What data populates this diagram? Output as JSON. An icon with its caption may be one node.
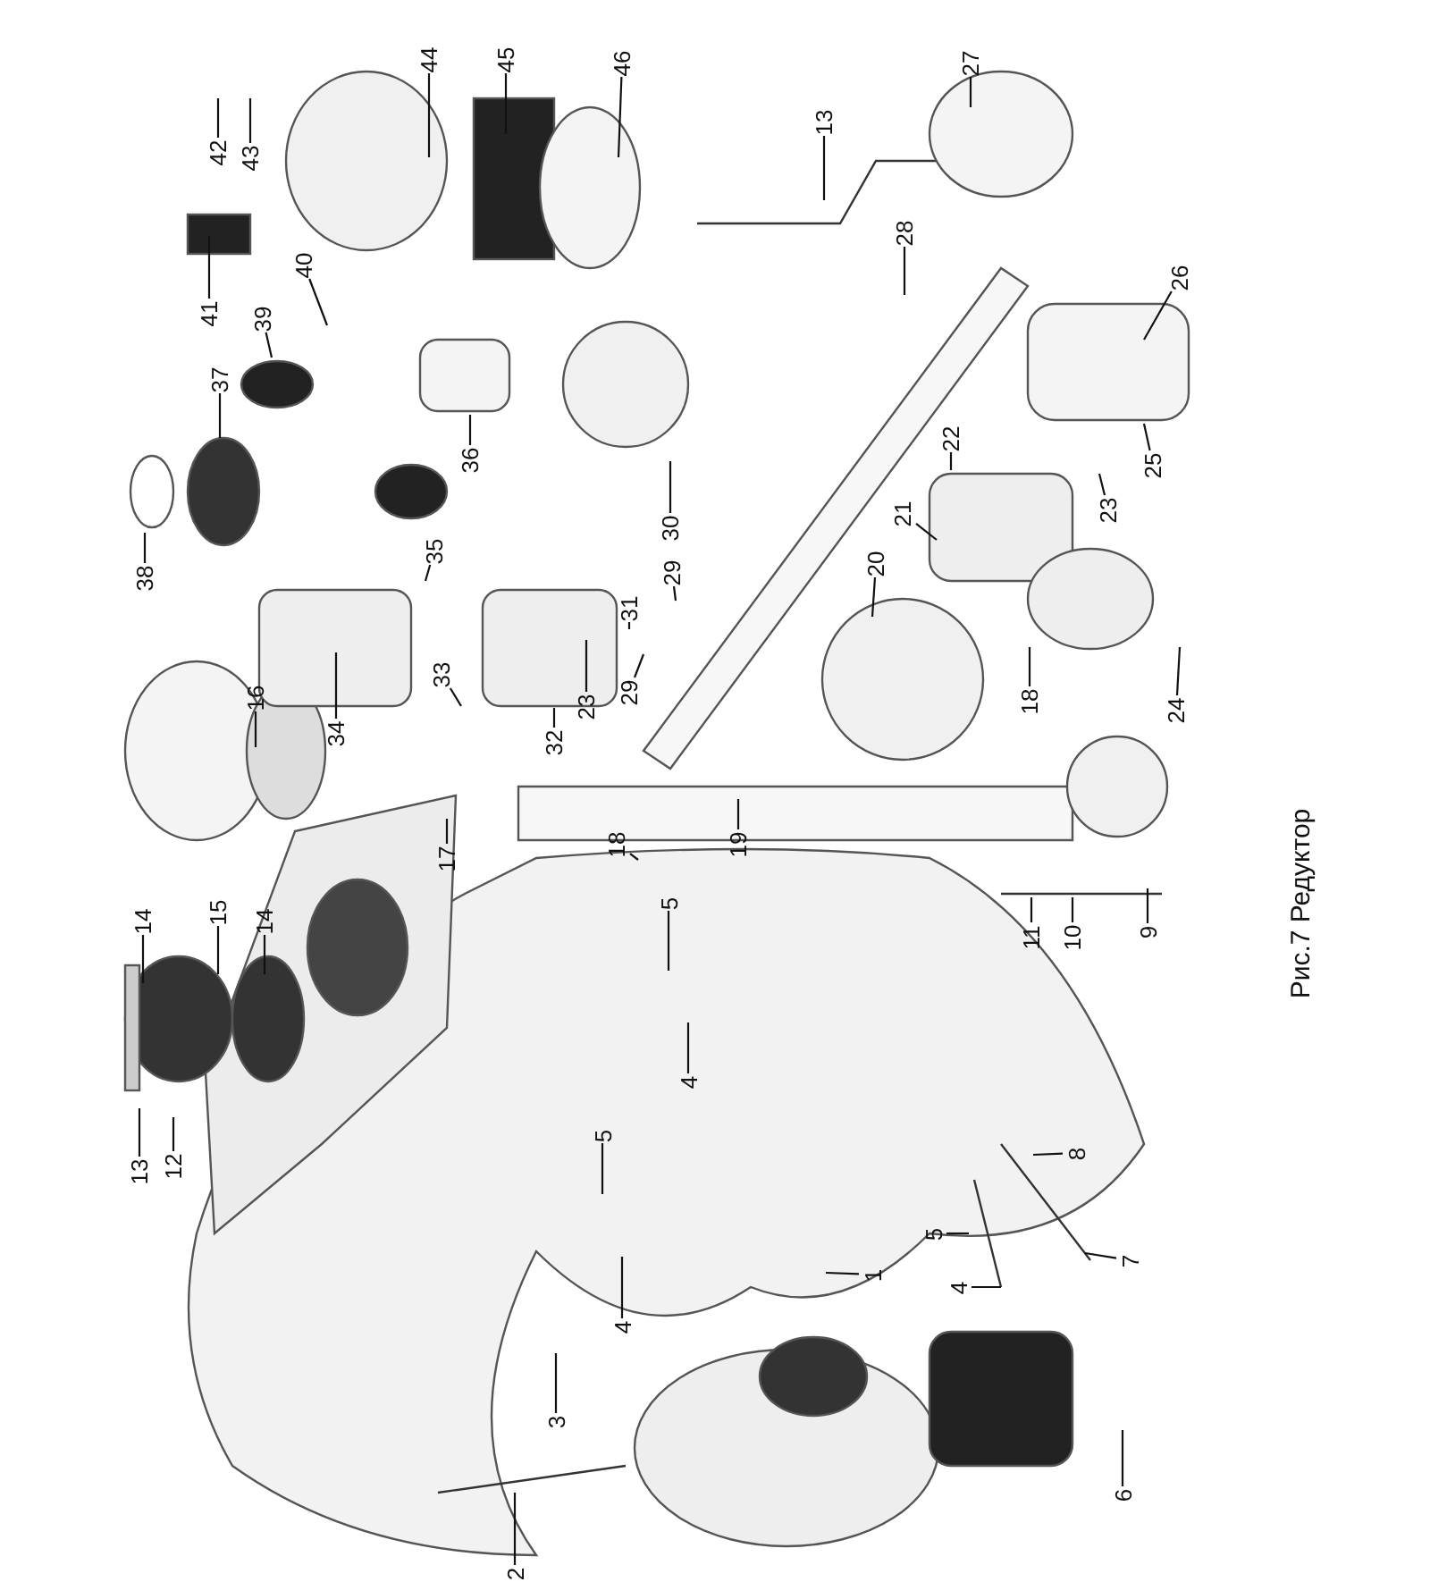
{
  "diagram": {
    "caption": "Рис.7 Редуктор",
    "nodes": [
      {
        "text": [
          "42"
        ]
      },
      {
        "text": [
          "43"
        ]
      },
      {
        "text": [
          "44"
        ]
      },
      {
        "text": [
          "45"
        ]
      },
      {
        "text": [
          "46"
        ]
      },
      {
        "text": [
          "41"
        ]
      },
      {
        "text": [
          "40"
        ]
      },
      {
        "text": [
          "39"
        ]
      },
      {
        "text": [
          "37"
        ]
      },
      {
        "text": [
          "36"
        ]
      },
      {
        "text": [
          "30"
        ]
      },
      {
        "text": [
          "27"
        ]
      },
      {
        "text": [
          "13"
        ]
      },
      {
        "text": [
          "28"
        ]
      },
      {
        "text": [
          "26"
        ]
      },
      {
        "text": [
          "25"
        ]
      },
      {
        "text": [
          "22"
        ]
      },
      {
        "text": [
          "21"
        ]
      },
      {
        "text": [
          "23"
        ]
      },
      {
        "text": [
          "38"
        ]
      },
      {
        "text": [
          "35"
        ]
      },
      {
        "text": [
          "34"
        ]
      },
      {
        "text": [
          "16"
        ]
      },
      {
        "text": [
          "33"
        ]
      },
      {
        "text": [
          "32"
        ]
      },
      {
        "text": [
          "23"
        ]
      },
      {
        "text": [
          "31"
        ]
      },
      {
        "text": [
          "29"
        ]
      },
      {
        "text": [
          "29"
        ]
      },
      {
        "text": [
          "17"
        ]
      },
      {
        "text": [
          "18"
        ]
      },
      {
        "text": [
          "14"
        ]
      },
      {
        "text": [
          "15"
        ]
      },
      {
        "text": [
          "14"
        ]
      },
      {
        "text": [
          "5"
        ]
      },
      {
        "text": [
          "20"
        ]
      },
      {
        "text": [
          "18"
        ]
      },
      {
        "text": [
          "24"
        ]
      },
      {
        "text": [
          "19"
        ]
      },
      {
        "text": [
          "11"
        ]
      },
      {
        "text": [
          "10"
        ]
      },
      {
        "text": [
          "9"
        ]
      },
      {
        "text": [
          "13"
        ]
      },
      {
        "text": [
          "12"
        ]
      },
      {
        "text": [
          "5"
        ]
      },
      {
        "text": [
          "4"
        ]
      },
      {
        "text": [
          "3"
        ]
      },
      {
        "text": [
          "2"
        ]
      },
      {
        "text": [
          "4"
        ]
      },
      {
        "text": [
          "1"
        ]
      },
      {
        "text": [
          "8"
        ]
      },
      {
        "text": [
          "5"
        ]
      },
      {
        "text": [
          "7"
        ]
      },
      {
        "text": [
          "4"
        ]
      },
      {
        "text": [
          "6"
        ]
      }
    ],
    "edges": [
      {
        "from": 0,
        "to": null,
        "arrow": "none"
      },
      {
        "from": 1,
        "to": null,
        "arrow": "none"
      },
      {
        "from": 2,
        "to": null,
        "arrow": "none"
      },
      {
        "from": 3,
        "to": null,
        "arrow": "none"
      },
      {
        "from": 4,
        "to": null,
        "arrow": "none"
      },
      {
        "from": 5,
        "to": null,
        "arrow": "none"
      },
      {
        "from": 6,
        "to": null,
        "arrow": "none"
      },
      {
        "from": 7,
        "to": null,
        "arrow": "none"
      },
      {
        "from": 8,
        "to": null,
        "arrow": "none"
      },
      {
        "from": 9,
        "to": null,
        "arrow": "none"
      },
      {
        "from": 10,
        "to": null,
        "arrow": "none"
      },
      {
        "from": 11,
        "to": null,
        "arrow": "none"
      },
      {
        "from": 12,
        "to": null,
        "arrow": "none"
      },
      {
        "from": 13,
        "to": null,
        "arrow": "none"
      },
      {
        "from": 14,
        "to": null,
        "arrow": "none"
      },
      {
        "from": 15,
        "to": null,
        "arrow": "none"
      },
      {
        "from": 16,
        "to": null,
        "arrow": "none"
      },
      {
        "from": 17,
        "to": null,
        "arrow": "none"
      },
      {
        "from": 18,
        "to": null,
        "arrow": "none"
      },
      {
        "from": 19,
        "to": null,
        "arrow": "none"
      },
      {
        "from": 20,
        "to": null,
        "arrow": "none"
      },
      {
        "from": 21,
        "to": null,
        "arrow": "none"
      },
      {
        "from": 22,
        "to": null,
        "arrow": "none"
      },
      {
        "from": 23,
        "to": null,
        "arrow": "none"
      },
      {
        "from": 24,
        "to": null,
        "arrow": "none"
      },
      {
        "from": 25,
        "to": null,
        "arrow": "none"
      },
      {
        "from": 26,
        "to": null,
        "arrow": "none"
      },
      {
        "from": 27,
        "to": null,
        "arrow": "none"
      },
      {
        "from": 28,
        "to": null,
        "arrow": "none"
      },
      {
        "from": 29,
        "to": null,
        "arrow": "none"
      },
      {
        "from": 30,
        "to": null,
        "arrow": "none"
      },
      {
        "from": 31,
        "to": null,
        "arrow": "none"
      },
      {
        "from": 32,
        "to": null,
        "arrow": "none"
      },
      {
        "from": 33,
        "to": null,
        "arrow": "none"
      },
      {
        "from": 34,
        "to": null,
        "arrow": "none"
      },
      {
        "from": 35,
        "to": null,
        "arrow": "none"
      },
      {
        "from": 36,
        "to": null,
        "arrow": "none"
      },
      {
        "from": 37,
        "to": null,
        "arrow": "none"
      },
      {
        "from": 38,
        "to": null,
        "arrow": "none"
      },
      {
        "from": 39,
        "to": null,
        "arrow": "none"
      },
      {
        "from": 40,
        "to": null,
        "arrow": "none"
      },
      {
        "from": 41,
        "to": null,
        "arrow": "none"
      },
      {
        "from": 42,
        "to": null,
        "arrow": "none"
      },
      {
        "from": 43,
        "to": null,
        "arrow": "none"
      },
      {
        "from": 44,
        "to": null,
        "arrow": "none"
      },
      {
        "from": 45,
        "to": null,
        "arrow": "none"
      },
      {
        "from": 46,
        "to": null,
        "arrow": "none"
      },
      {
        "from": 47,
        "to": null,
        "arrow": "none"
      },
      {
        "from": 48,
        "to": null,
        "arrow": "none"
      },
      {
        "from": 49,
        "to": null,
        "arrow": "none"
      },
      {
        "from": 50,
        "to": null,
        "arrow": "none"
      },
      {
        "from": 51,
        "to": null,
        "arrow": "none"
      },
      {
        "from": 52,
        "to": null,
        "arrow": "none"
      },
      {
        "from": 53,
        "to": null,
        "arrow": "none"
      },
      {
        "from": 54,
        "to": null,
        "arrow": "none"
      }
    ]
  }
}
